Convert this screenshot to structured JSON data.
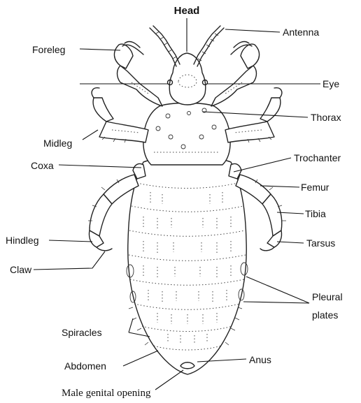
{
  "labels": {
    "head": "Head",
    "antenna": "Antenna",
    "foreleg": "Foreleg",
    "eye": "Eye",
    "thorax": "Thorax",
    "midleg": "Midleg",
    "trochanter": "Trochanter",
    "coxa": "Coxa",
    "femur": "Femur",
    "tibia": "Tibia",
    "hindleg": "Hindleg",
    "tarsus": "Tarsus",
    "claw": "Claw",
    "pleural_plates_line1": "Pleural",
    "pleural_plates_line2": "plates",
    "spiracles": "Spiracles",
    "abdomen": "Abdomen",
    "anus": "Anus",
    "male_genital_opening": "Male genital opening"
  }
}
